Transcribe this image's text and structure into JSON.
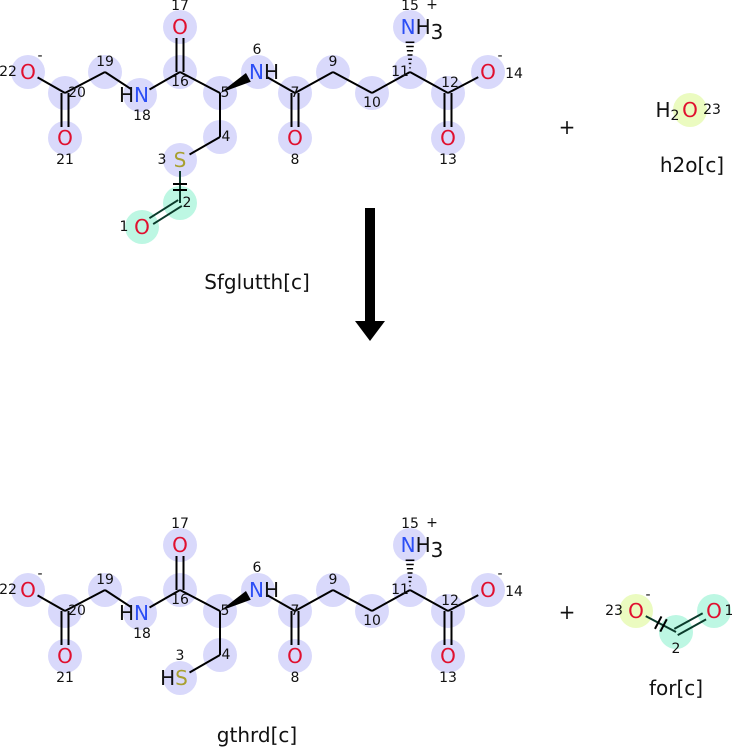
{
  "colors": {
    "O": "#e0102f",
    "N": "#2c4ef5",
    "S": "#a8a030",
    "C": "#111111",
    "lavender": "#d9d9fb",
    "green": "#bdf7e3",
    "yellow": "#ebfbc0",
    "arrow": "#000000"
  },
  "reaction": {
    "plus": "+"
  },
  "molecules": {
    "sfglutth": {
      "name": "Sfglutth[c]",
      "atoms": [
        {
          "id": "1",
          "symbol": "O",
          "hl": "green"
        },
        {
          "id": "2",
          "symbol": "",
          "hl": "green"
        },
        {
          "id": "3",
          "symbol": "S",
          "hl": "lavender"
        },
        {
          "id": "4",
          "symbol": "",
          "hl": "lavender"
        },
        {
          "id": "5",
          "symbol": "",
          "hl": "lavender"
        },
        {
          "id": "6",
          "symbol": "NH",
          "hl": "lavender"
        },
        {
          "id": "7",
          "symbol": "",
          "hl": "lavender"
        },
        {
          "id": "8",
          "symbol": "O",
          "hl": "lavender"
        },
        {
          "id": "9",
          "symbol": "",
          "hl": "lavender"
        },
        {
          "id": "10",
          "symbol": "",
          "hl": "lavender"
        },
        {
          "id": "11",
          "symbol": "",
          "hl": "lavender"
        },
        {
          "id": "12",
          "symbol": "",
          "hl": "lavender"
        },
        {
          "id": "13",
          "symbol": "O",
          "hl": "lavender"
        },
        {
          "id": "14",
          "symbol": "O",
          "charge": "-",
          "hl": "lavender"
        },
        {
          "id": "15",
          "symbol": "NH",
          "sub": "3",
          "charge": "+",
          "hl": "lavender"
        },
        {
          "id": "16",
          "symbol": "",
          "hl": "lavender"
        },
        {
          "id": "17",
          "symbol": "O",
          "hl": "lavender"
        },
        {
          "id": "18",
          "symbol": "HN",
          "hl": "lavender"
        },
        {
          "id": "19",
          "symbol": "",
          "hl": "lavender"
        },
        {
          "id": "20",
          "symbol": "",
          "hl": "lavender"
        },
        {
          "id": "21",
          "symbol": "O",
          "hl": "lavender"
        },
        {
          "id": "22",
          "symbol": "O",
          "charge": "-",
          "hl": "lavender"
        }
      ]
    },
    "h2o": {
      "name": "h2o[c]",
      "atoms": [
        {
          "id": "23",
          "symbol": "O",
          "prefix": "H",
          "prefix_sub": "2",
          "hl": "yellow"
        }
      ]
    },
    "gthrd": {
      "name": "gthrd[c]",
      "atoms": [
        {
          "id": "3",
          "symbol": "HS",
          "hl": "lavender"
        },
        {
          "id": "4",
          "symbol": "",
          "hl": "lavender"
        },
        {
          "id": "5",
          "symbol": "",
          "hl": "lavender"
        },
        {
          "id": "6",
          "symbol": "NH",
          "hl": "lavender"
        },
        {
          "id": "7",
          "symbol": "",
          "hl": "lavender"
        },
        {
          "id": "8",
          "symbol": "O",
          "hl": "lavender"
        },
        {
          "id": "9",
          "symbol": "",
          "hl": "lavender"
        },
        {
          "id": "10",
          "symbol": "",
          "hl": "lavender"
        },
        {
          "id": "11",
          "symbol": "",
          "hl": "lavender"
        },
        {
          "id": "12",
          "symbol": "",
          "hl": "lavender"
        },
        {
          "id": "13",
          "symbol": "O",
          "hl": "lavender"
        },
        {
          "id": "14",
          "symbol": "O",
          "charge": "-",
          "hl": "lavender"
        },
        {
          "id": "15",
          "symbol": "NH",
          "sub": "3",
          "charge": "+",
          "hl": "lavender"
        },
        {
          "id": "16",
          "symbol": "",
          "hl": "lavender"
        },
        {
          "id": "17",
          "symbol": "O",
          "hl": "lavender"
        },
        {
          "id": "18",
          "symbol": "HN",
          "hl": "lavender"
        },
        {
          "id": "19",
          "symbol": "",
          "hl": "lavender"
        },
        {
          "id": "20",
          "symbol": "",
          "hl": "lavender"
        },
        {
          "id": "21",
          "symbol": "O",
          "hl": "lavender"
        },
        {
          "id": "22",
          "symbol": "O",
          "charge": "-",
          "hl": "lavender"
        }
      ]
    },
    "for": {
      "name": "for[c]",
      "atoms": [
        {
          "id": "23",
          "symbol": "O",
          "charge": "-",
          "hl": "yellow"
        },
        {
          "id": "2",
          "symbol": "",
          "hl": "green"
        },
        {
          "id": "1",
          "symbol": "O",
          "hl": "green"
        }
      ]
    }
  }
}
